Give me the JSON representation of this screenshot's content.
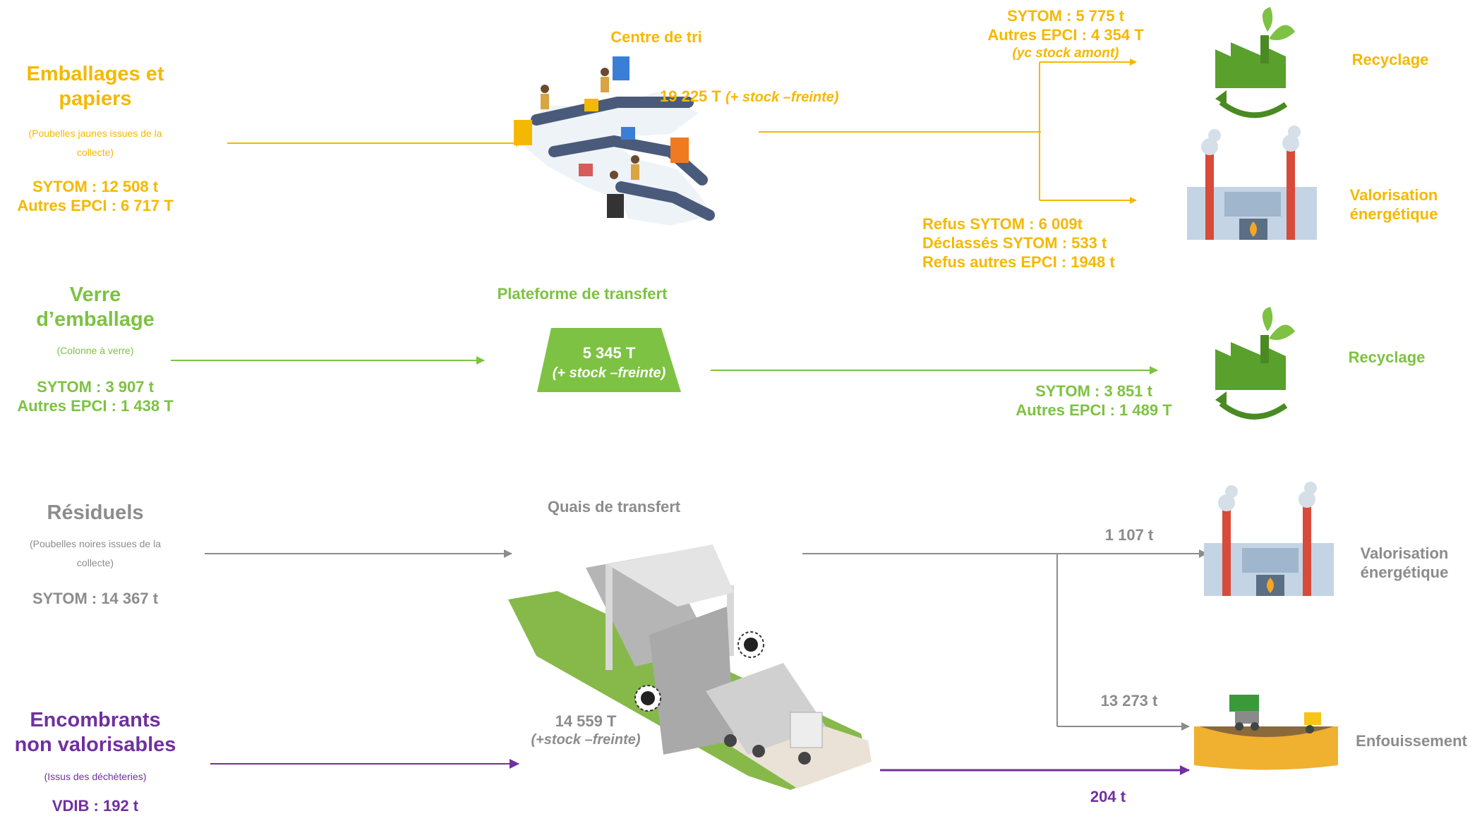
{
  "colors": {
    "yellow": "#f5b800",
    "green": "#7dc242",
    "grey": "#8c8c8c",
    "purple": "#7030a0"
  },
  "sources": {
    "emballages": {
      "title_line1": "Emballages et",
      "title_line2": "papiers",
      "note": "(Poubelles jaunes issues de la collecte)",
      "stat1": "SYTOM : 12 508 t",
      "stat2": "Autres EPCI :  6 717 T"
    },
    "verre": {
      "title_line1": "Verre",
      "title_line2": "d’emballage",
      "note": "(Colonne à verre)",
      "stat1": "SYTOM : 3 907 t",
      "stat2": "Autres EPCI :  1 438 T"
    },
    "residuels": {
      "title": "Résiduels",
      "note": "(Poubelles noires issues de la collecte)",
      "stat1": "SYTOM : 14 367 t"
    },
    "encombrants": {
      "title_line1": "Encombrants",
      "title_line2": "non valorisables",
      "note": "(Issus des déchèteries)",
      "stat1": "VDIB : 192 t"
    }
  },
  "facilities": {
    "centre_tri": {
      "title": "Centre de tri",
      "amount": "19 225 T",
      "amount_note": "(+ stock –freinte)"
    },
    "plateforme": {
      "title": "Plateforme de transfert",
      "amount": "5 345 T",
      "amount_note": "(+ stock –freinte)"
    },
    "quais": {
      "title": "Quais de transfert",
      "amount": "14 559 T",
      "amount_note": "(+stock –freinte)"
    }
  },
  "flows": {
    "tri_recyclage": {
      "line1": "SYTOM : 5 775 t",
      "line2": "Autres EPCI :  4 354 T",
      "line3": "(yc stock amont)"
    },
    "tri_valorisation": {
      "line1": "Refus SYTOM : 6 009t",
      "line2": "Déclassés SYTOM : 533 t",
      "line3": "Refus autres EPCI : 1948 t"
    },
    "verre_recyclage": {
      "line1": "SYTOM : 3 851 t",
      "line2": "Autres EPCI : 1 489 T"
    },
    "quais_valorisation": {
      "amount": "1 107 t"
    },
    "quais_enfouissement": {
      "amount": "13 273 t"
    },
    "encombrants_enfouissement": {
      "amount": "204 t"
    }
  },
  "destinations": {
    "recyclage_1": "Recyclage",
    "valorisation_1_line1": "Valorisation",
    "valorisation_1_line2": "énergétique",
    "recyclage_2": "Recyclage",
    "valorisation_2_line1": "Valorisation",
    "valorisation_2_line2": "énergétique",
    "enfouissement": "Enfouissement"
  },
  "icons": {
    "recyclage_1": "recycling-factory-icon",
    "valorisation_1": "incineration-plant-icon",
    "recyclage_2": "recycling-factory-icon",
    "valorisation_2": "incineration-plant-icon",
    "enfouissement": "landfill-icon",
    "centre_tri": "sorting-center-illustration",
    "quais": "transfer-station-illustration"
  }
}
